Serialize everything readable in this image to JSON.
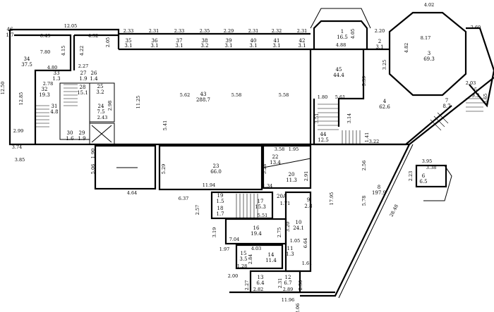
{
  "rooms": [
    {
      "num": "34",
      "area": "37.5"
    },
    {
      "num": "33",
      "area": "1.3"
    },
    {
      "num": "32",
      "area": "19.3"
    },
    {
      "num": "31",
      "area": "4.8"
    },
    {
      "num": "28",
      "area": "15.1"
    },
    {
      "num": "27",
      "area": "1.9"
    },
    {
      "num": "26",
      "area": "1.4"
    },
    {
      "num": "25",
      "area": "3.2"
    },
    {
      "num": "24",
      "area": "7.5"
    },
    {
      "num": "30",
      "area": "1.6"
    },
    {
      "num": "29",
      "area": "1.9"
    },
    {
      "num": "35",
      "area": "3.1"
    },
    {
      "num": "36",
      "area": "3.1"
    },
    {
      "num": "37",
      "area": "3.1"
    },
    {
      "num": "38",
      "area": "3.2"
    },
    {
      "num": "39",
      "area": "3.1"
    },
    {
      "num": "40",
      "area": "3.1"
    },
    {
      "num": "41",
      "area": "3.1"
    },
    {
      "num": "42",
      "area": "3.1"
    },
    {
      "num": "43",
      "area": "288.7"
    },
    {
      "num": "1",
      "area": "16.5"
    },
    {
      "num": "2",
      "area": "3.1"
    },
    {
      "num": "3",
      "area": "69.3"
    },
    {
      "num": "45",
      "area": "44.4"
    },
    {
      "num": "4",
      "area": "62.6"
    },
    {
      "num": "5",
      "area": "9.3"
    },
    {
      "num": "7",
      "area": "8.7"
    },
    {
      "num": "44",
      "area": "12.5"
    },
    {
      "num": "46",
      "area": "1.7"
    },
    {
      "num": "23",
      "area": "66.0"
    },
    {
      "num": "22",
      "area": "13.4"
    },
    {
      "num": "20",
      "area": "11.3"
    },
    {
      "num": "19",
      "area": "1.5"
    },
    {
      "num": "18",
      "area": "1.7"
    },
    {
      "num": "17",
      "area": "15.3"
    },
    {
      "num": "16",
      "area": "19.4"
    },
    {
      "num": "10",
      "area": "24.1"
    },
    {
      "num": "11",
      "area": "1.3"
    },
    {
      "num": "15",
      "area": "3.5"
    },
    {
      "num": "14",
      "area": "11.4"
    },
    {
      "num": "13",
      "area": "6.4"
    },
    {
      "num": "12",
      "area": "6.7"
    },
    {
      "num": "9",
      "area": "2.8"
    },
    {
      "num": "6",
      "area": "6.5"
    },
    {
      "num": "8",
      "area": "197.9"
    }
  ],
  "room_20a": "20A",
  "dims": [
    "12.05",
    "6.43",
    "7.80",
    "4.15",
    "4.22",
    "4.32",
    "2.05",
    "4.80",
    "2.27",
    "12.50",
    "12.85",
    "2.78",
    "2.99",
    "3.74",
    "3.85",
    "1.90",
    "2.98",
    "2.43",
    "11.25",
    "5.62",
    "5.58",
    "5.58",
    "5.41",
    "2.33",
    "2.31",
    "2.33",
    "2.35",
    "2.29",
    "2.31",
    "2.32",
    "2.31",
    "4.05",
    "4.88",
    "2.20",
    "4.02",
    "8.17",
    "2.60",
    "4.82",
    "3.25",
    "5.39",
    "1.80",
    "5.61",
    "3.51",
    "3.14",
    "1.41",
    "3.22",
    "2.03",
    "3.65",
    "5.06",
    "5.29",
    "4.64",
    "11.94",
    "6.37",
    "3.58",
    "1.95",
    "5.28",
    "2.91",
    "1.34",
    "1.71",
    "2.57",
    "5.51",
    "3.19",
    "7.04",
    "2.75",
    "3.20",
    "1.05",
    "1.97",
    "4.03",
    "2.84",
    "1.28",
    "1.61",
    "6.64",
    "17.95",
    "2.00",
    "2.27",
    "2.82",
    "2.31",
    "2.89",
    "2.30",
    "11.96",
    "2.06",
    "2.56",
    "5.78",
    "3.95",
    "3.38",
    "2.23",
    "28.48"
  ]
}
